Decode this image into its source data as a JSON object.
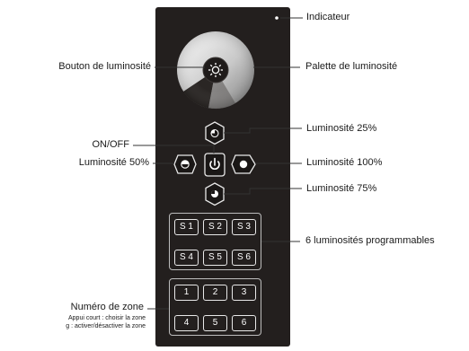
{
  "labels": {
    "indicator": "Indicateur",
    "brightness_button": "Bouton de luminosité",
    "brightness_palette": "Palette de luminosité",
    "on_off": "ON/OFF",
    "brightness_50": "Luminosité 50%",
    "brightness_25": "Luminosité 25%",
    "brightness_100": "Luminosité 100%",
    "brightness_75": "Luminosité 75%",
    "programmable": "6 luminosités programmables",
    "zone_number": "Numéro de zone",
    "zone_note_1": "Appui court : choisir la zone",
    "zone_note_2": "g : activer/désactiver la zone"
  },
  "scene_keys": [
    "S1",
    "S2",
    "S3",
    "S4",
    "S5",
    "S6"
  ],
  "zone_keys": [
    "1",
    "2",
    "3",
    "4",
    "5",
    "6"
  ],
  "icons": {
    "center": "sun-icon",
    "power": "power-icon"
  },
  "colors": {
    "remote_body": "#231f1e",
    "key_border": "#e8e8e8",
    "leader_line": "#333333"
  }
}
